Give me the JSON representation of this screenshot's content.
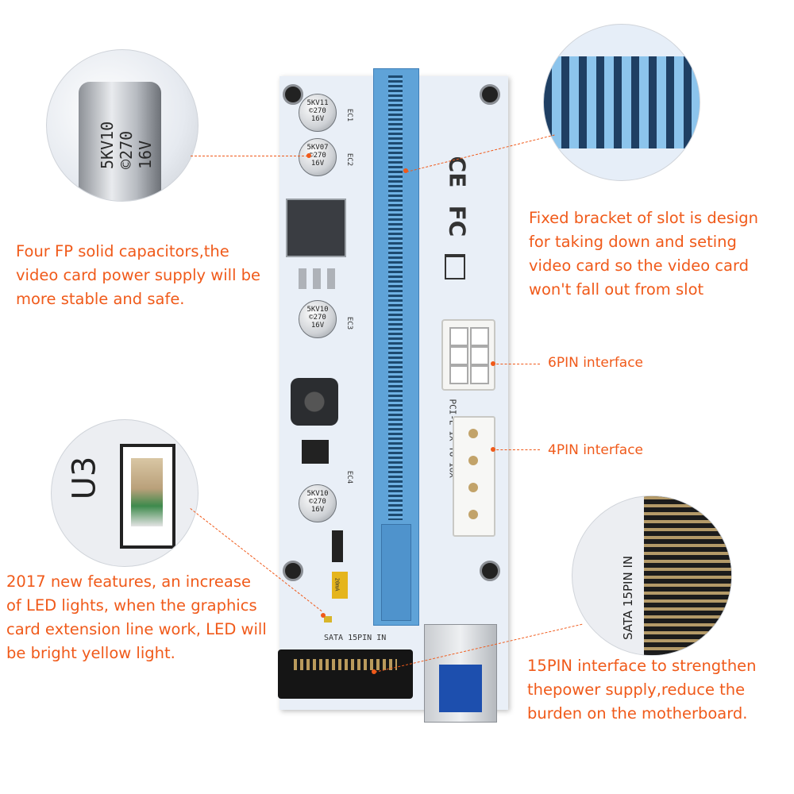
{
  "callouts": {
    "capacitors": "Four FP solid capacitors,the\nvideo card power supply will be\nmore stable and safe.",
    "bracket": "Fixed bracket of slot is design\nfor taking down and seting\nvideo card so the video card\nwon't fall out from slot",
    "six_pin": "6PIN interface",
    "four_pin": "4PIN interface",
    "led": "2017 new features, an increase\nof LED lights, when the graphics\ncard extension line work, LED will\nbe bright yellow light.",
    "fifteen_pin": "15PIN interface to strengthen\nthepower supply,reduce the\nburden on the motherboard."
  },
  "zoom_labels": {
    "capacitor": "5KV10\n©270\n16V",
    "chip": "U3",
    "sata": "SATA 15PIN IN"
  },
  "board": {
    "caps": [
      "5KV11\n©270\n16V",
      "5KV07\n©270\n16V",
      "5KV10\n©270\n16V",
      "5KV10\n©270\n16V"
    ],
    "cap_labels": [
      "EC1",
      "EC2",
      "EC3",
      "EC4"
    ],
    "silkscreen": "PCI-E 1X TO 16X",
    "sata_label": "SATA 15PIN IN",
    "fuse_label": "20mA",
    "ce_mark": "CE",
    "fc_mark": "FC"
  },
  "colors": {
    "accent": "#f05a1a",
    "slot_blue": "#5fa3d8",
    "pcb": "#e8eef6"
  }
}
